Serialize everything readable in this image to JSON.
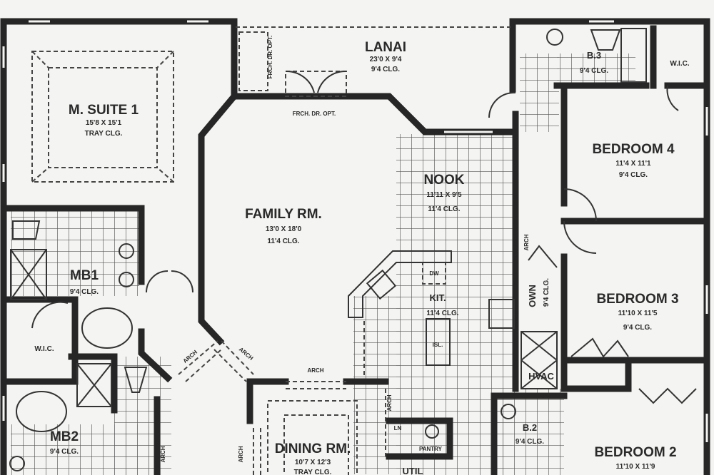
{
  "plan": {
    "m_suite": {
      "name": "M. SUITE 1",
      "size": "15'8 X 15'1",
      "ceiling": "TRAY CLG."
    },
    "lanai": {
      "name": "LANAI",
      "size": "23'0 X 9'4",
      "ceiling": "9'4 CLG."
    },
    "french_door_vertical": "FRCH. DR. OPT.",
    "french_door": "FRCH. DR. OPT.",
    "b3": {
      "name": "B.3",
      "ceiling": "9'4 CLG."
    },
    "wic_top": "W.I.C.",
    "bedroom4": {
      "name": "BEDROOM 4",
      "size": "11'4 X 11'1",
      "ceiling": "9'4 CLG."
    },
    "family": {
      "name": "FAMILY RM.",
      "size": "13'0 X 18'0",
      "ceiling": "11'4 CLG."
    },
    "nook": {
      "name": "NOOK",
      "size": "11'11 X 9'5",
      "ceiling": "11'4 CLG."
    },
    "mb1": {
      "name": "MB1",
      "ceiling": "9'4 CLG."
    },
    "wic_left": "W.I.C.",
    "kitchen": {
      "name": "KIT.",
      "ceiling": "11'4 CLG.",
      "dw": "DW",
      "island": "ISL."
    },
    "own": {
      "name": "OWN",
      "ceiling": "9'4 CLG."
    },
    "bedroom3": {
      "name": "BEDROOM 3",
      "size": "11'10 X 11'5",
      "ceiling": "9'4 CLG."
    },
    "arch": "ARCH",
    "hvac": "HVAC",
    "mb2": {
      "name": "MB2",
      "ceiling": "9'4 CLG."
    },
    "dining": {
      "name": "DINING RM.",
      "size": "10'7 X 12'3",
      "ceiling": "TRAY CLG."
    },
    "ln": "LN",
    "pantry": "PANTRY",
    "util": "UTIL",
    "b2": {
      "name": "B.2",
      "ceiling": "9'4 CLG."
    },
    "bedroom2": {
      "name": "BEDROOM 2",
      "size": "11'10 X 11'9"
    }
  }
}
